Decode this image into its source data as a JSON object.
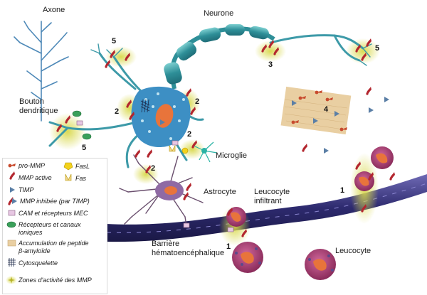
{
  "labels": {
    "axone": "Axone",
    "neurone": "Neurone",
    "bouton": [
      "Bouton",
      "dendritique"
    ],
    "microglie": "Microglie",
    "astrocyte": "Astrocyte",
    "leucocyte_infiltrant": [
      "Leucocyte",
      "infiltrant"
    ],
    "barriere": [
      "Barrière",
      "hématoencéphalique"
    ],
    "leucocyte": "Leucocyte"
  },
  "numbers": [
    "5",
    "5",
    "3",
    "2",
    "2",
    "2",
    "4",
    "5",
    "2",
    "1",
    "1"
  ],
  "legend": {
    "pro_mmp": "pro-MMP",
    "fasl": "FasL",
    "mmp_active": "MMP active",
    "fas": "Fas",
    "timp": "TIMP",
    "mmp_inhibee": "MMP inhibée (par TIMP)",
    "cam": "CAM et récepteurs MEC",
    "recepteurs": [
      "Récepteurs et canaux",
      "ioniques"
    ],
    "accumulation": [
      "Accumulation de peptide",
      "β-amyloïde"
    ],
    "cytosquelette": "Cytosquelette",
    "zones": "Zones d'activité des MMP"
  },
  "colors": {
    "neuron": "#3d9aa8",
    "myelin": "#2e8f98",
    "vessel": "#2d2a6e",
    "leukocyte": "#a93a6e",
    "nucleus": "#e8743b",
    "zone": "#d8d84a",
    "mmp": "#b3262e",
    "timp": "#5b7fa6",
    "amyloid": "#e9cfa2"
  }
}
